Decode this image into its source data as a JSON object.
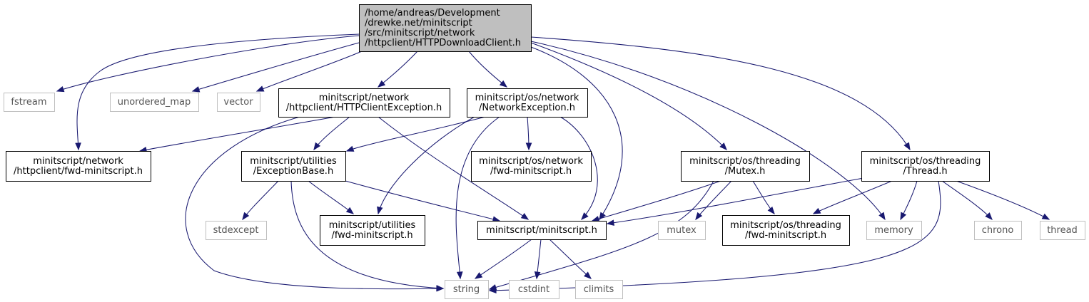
{
  "graph": {
    "nodes": [
      {
        "id": "main",
        "kind": "main",
        "lines": [
          "/home/andreas/Development",
          "/drewke.net/minitscript",
          "/src/minitscript/network",
          "/httpclient/HTTPDownloadClient.h"
        ]
      },
      {
        "id": "fstream",
        "kind": "system",
        "lines": [
          "fstream"
        ]
      },
      {
        "id": "unordered_map",
        "kind": "system",
        "lines": [
          "unordered_map"
        ]
      },
      {
        "id": "vector",
        "kind": "system",
        "lines": [
          "vector"
        ]
      },
      {
        "id": "httpclientexception",
        "kind": "local",
        "lines": [
          "minitscript/network",
          "/httpclient/HTTPClientException.h"
        ]
      },
      {
        "id": "networkexception",
        "kind": "local",
        "lines": [
          "minitscript/os/network",
          "/NetworkException.h"
        ]
      },
      {
        "id": "httpclient_fwd",
        "kind": "local",
        "lines": [
          "minitscript/network",
          "/httpclient/fwd-minitscript.h"
        ]
      },
      {
        "id": "exceptionbase",
        "kind": "local",
        "lines": [
          "minitscript/utilities",
          "/ExceptionBase.h"
        ]
      },
      {
        "id": "osnetwork_fwd",
        "kind": "local",
        "lines": [
          "minitscript/os/network",
          "/fwd-minitscript.h"
        ]
      },
      {
        "id": "mutex_h",
        "kind": "local",
        "lines": [
          "minitscript/os/threading",
          "/Mutex.h"
        ]
      },
      {
        "id": "thread_h",
        "kind": "local",
        "lines": [
          "minitscript/os/threading",
          "/Thread.h"
        ]
      },
      {
        "id": "stdexcept",
        "kind": "system",
        "lines": [
          "stdexcept"
        ]
      },
      {
        "id": "utilities_fwd",
        "kind": "local",
        "lines": [
          "minitscript/utilities",
          "/fwd-minitscript.h"
        ]
      },
      {
        "id": "minitscript_h",
        "kind": "local",
        "lines": [
          "minitscript/minitscript.h"
        ]
      },
      {
        "id": "mutex",
        "kind": "system",
        "lines": [
          "mutex"
        ]
      },
      {
        "id": "threading_fwd",
        "kind": "local",
        "lines": [
          "minitscript/os/threading",
          "/fwd-minitscript.h"
        ]
      },
      {
        "id": "memory",
        "kind": "system",
        "lines": [
          "memory"
        ]
      },
      {
        "id": "chrono",
        "kind": "system",
        "lines": [
          "chrono"
        ]
      },
      {
        "id": "thread",
        "kind": "system",
        "lines": [
          "thread"
        ]
      },
      {
        "id": "string",
        "kind": "system",
        "lines": [
          "string"
        ]
      },
      {
        "id": "cstdint",
        "kind": "system",
        "lines": [
          "cstdint"
        ]
      },
      {
        "id": "climits",
        "kind": "system",
        "lines": [
          "climits"
        ]
      }
    ],
    "edges": [
      [
        "main",
        "fstream"
      ],
      [
        "main",
        "unordered_map"
      ],
      [
        "main",
        "vector"
      ],
      [
        "main",
        "httpclientexception"
      ],
      [
        "main",
        "networkexception"
      ],
      [
        "main",
        "httpclient_fwd"
      ],
      [
        "main",
        "minitscript_h"
      ],
      [
        "main",
        "mutex_h"
      ],
      [
        "main",
        "memory"
      ],
      [
        "main",
        "thread_h"
      ],
      [
        "httpclientexception",
        "httpclient_fwd"
      ],
      [
        "httpclientexception",
        "exceptionbase"
      ],
      [
        "httpclientexception",
        "minitscript_h"
      ],
      [
        "httpclientexception",
        "string"
      ],
      [
        "networkexception",
        "exceptionbase"
      ],
      [
        "networkexception",
        "osnetwork_fwd"
      ],
      [
        "networkexception",
        "utilities_fwd"
      ],
      [
        "networkexception",
        "minitscript_h"
      ],
      [
        "networkexception",
        "string"
      ],
      [
        "exceptionbase",
        "stdexcept"
      ],
      [
        "exceptionbase",
        "utilities_fwd"
      ],
      [
        "exceptionbase",
        "minitscript_h"
      ],
      [
        "exceptionbase",
        "string"
      ],
      [
        "minitscript_h",
        "string"
      ],
      [
        "minitscript_h",
        "cstdint"
      ],
      [
        "minitscript_h",
        "climits"
      ],
      [
        "mutex_h",
        "minitscript_h"
      ],
      [
        "mutex_h",
        "mutex"
      ],
      [
        "mutex_h",
        "threading_fwd"
      ],
      [
        "mutex_h",
        "string"
      ],
      [
        "thread_h",
        "minitscript_h"
      ],
      [
        "thread_h",
        "threading_fwd"
      ],
      [
        "thread_h",
        "memory"
      ],
      [
        "thread_h",
        "chrono"
      ],
      [
        "thread_h",
        "thread"
      ],
      [
        "thread_h",
        "string"
      ]
    ]
  }
}
